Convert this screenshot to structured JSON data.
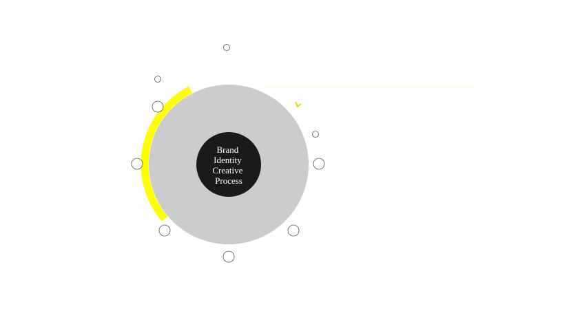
{
  "diagram": {
    "center_label_lines": [
      "Brand",
      "Identity",
      "Creative",
      "Process"
    ],
    "progress_fraction": 0.25,
    "node_count": 8,
    "colors": {
      "ring_fill": "#cccccc",
      "center_fill": "#1a1a1a",
      "center_text": "#ffffff",
      "progress": "#ffff00",
      "node_stroke": "#555555",
      "node_fill": "#ffffff",
      "accent_mark": "#e6d800"
    }
  }
}
